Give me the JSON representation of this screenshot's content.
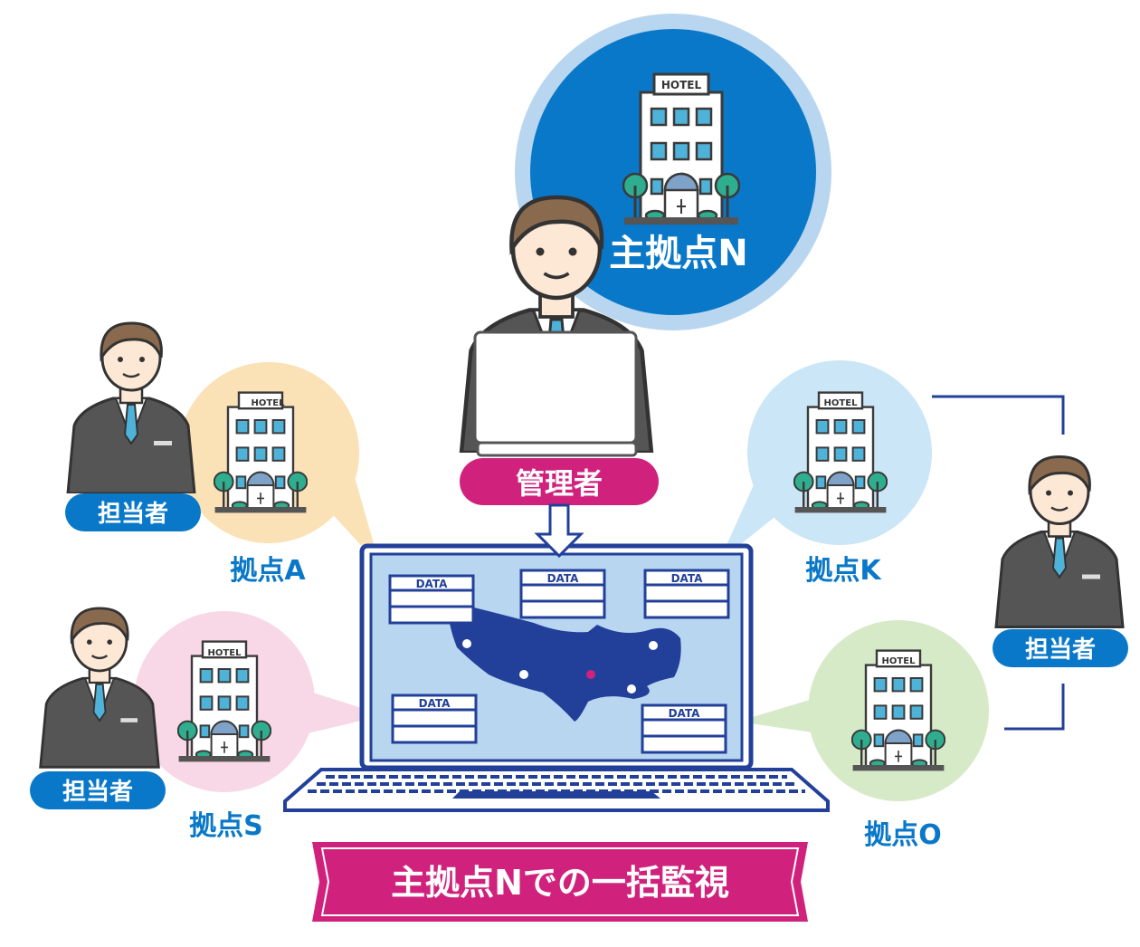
{
  "hub": {
    "label": "主拠点N",
    "hotel_sign": "HOTEL"
  },
  "manager": {
    "label": "管理者"
  },
  "sites": [
    {
      "label": "拠点A",
      "hotel_sign": "HOTEL",
      "staff_label": "担当者"
    },
    {
      "label": "拠点K",
      "hotel_sign": "HOTEL",
      "staff_label": "担当者"
    },
    {
      "label": "拠点S",
      "hotel_sign": "HOTEL",
      "staff_label": "担当者"
    },
    {
      "label": "拠点O",
      "hotel_sign": "HOTEL"
    }
  ],
  "screen": {
    "panels": [
      "DATA",
      "DATA",
      "DATA",
      "DATA",
      "DATA"
    ]
  },
  "banner": {
    "text": "主拠点Nでの一括監視"
  },
  "colors": {
    "blue": "#0a78c8",
    "navy": "#22409a",
    "pink": "#d0227d",
    "screen": "#b9d6f0"
  }
}
